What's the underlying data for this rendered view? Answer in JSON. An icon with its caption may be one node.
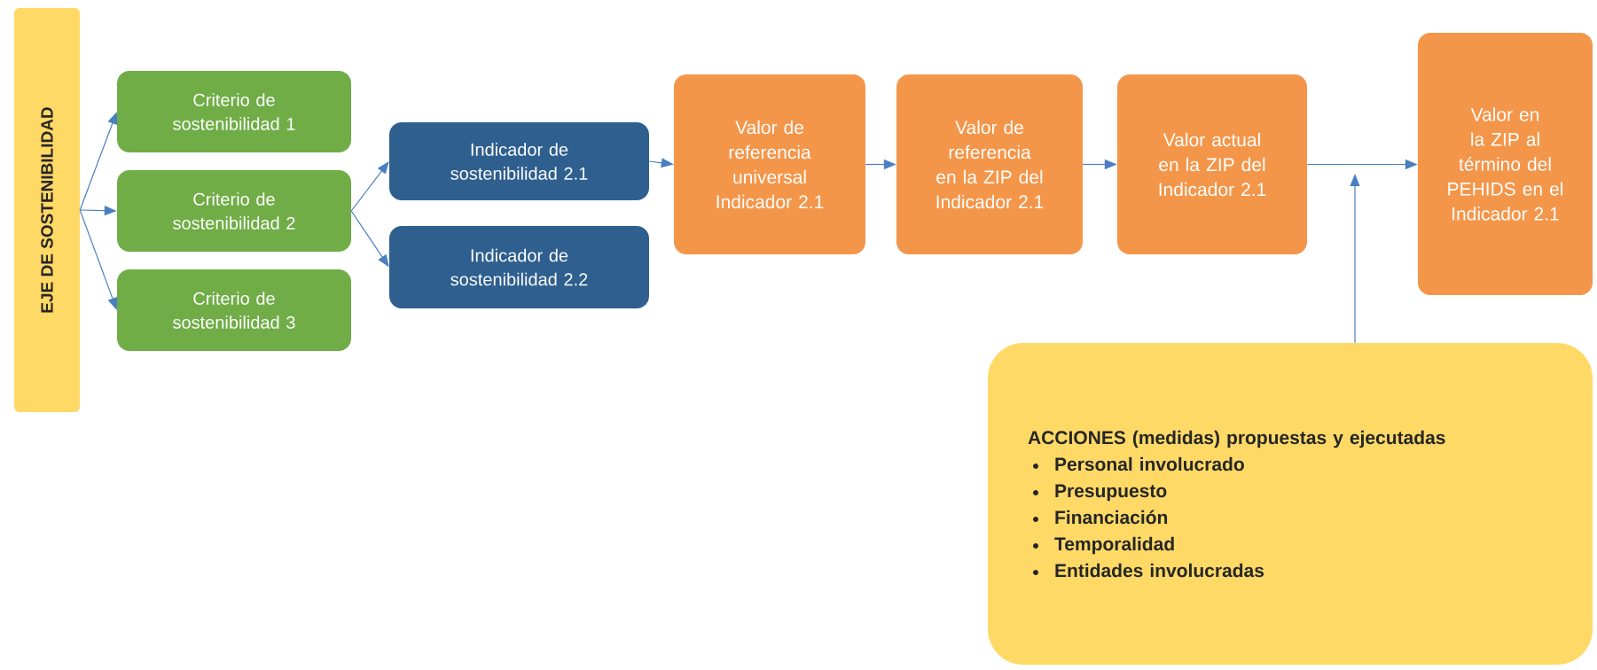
{
  "diagram": {
    "nodes": [
      {
        "text": [
          "EJE DE SOSTENIBILIDAD"
        ]
      },
      {
        "text": [
          "Criterio de sostenibilidad 1"
        ]
      },
      {
        "text": [
          "Criterio de sostenibilidad 2"
        ]
      },
      {
        "text": [
          "Criterio de sostenibilidad 3"
        ]
      },
      {
        "text": [
          "Indicador de sostenibilidad 2.1"
        ]
      },
      {
        "text": [
          "Indicador de sostenibilidad 2.2"
        ]
      },
      {
        "text": [
          "Valor de referencia universal Indicador 2.1"
        ]
      },
      {
        "text": [
          "Valor de referencia en la ZIP del Indicador 2.1"
        ]
      },
      {
        "text": [
          "Valor actual en la ZIP del Indicador 2.1"
        ]
      },
      {
        "text": [
          "Valor en la ZIP al término del PEHIDS en el Indicador 2.1"
        ]
      },
      {
        "text": [
          "ACCIONES (medidas) propuestas y ejecutadas",
          "Personal involucrado",
          "Presupuesto",
          "Financiación",
          "Temporalidad",
          "Entidades involucradas"
        ]
      }
    ],
    "edges": [
      {
        "from": 0,
        "to": 1,
        "arrow": "to"
      },
      {
        "from": 0,
        "to": 2,
        "arrow": "to"
      },
      {
        "from": 0,
        "to": 3,
        "arrow": "to"
      },
      {
        "from": 2,
        "to": 4,
        "arrow": "to"
      },
      {
        "from": 2,
        "to": 5,
        "arrow": "to"
      },
      {
        "from": 4,
        "to": 6,
        "arrow": "to"
      },
      {
        "from": 6,
        "to": 7,
        "arrow": "to"
      },
      {
        "from": 7,
        "to": 8,
        "arrow": "to"
      },
      {
        "from": 8,
        "to": 9,
        "arrow": "to"
      },
      {
        "from": 10,
        "to": null,
        "arrow": "to"
      }
    ]
  }
}
